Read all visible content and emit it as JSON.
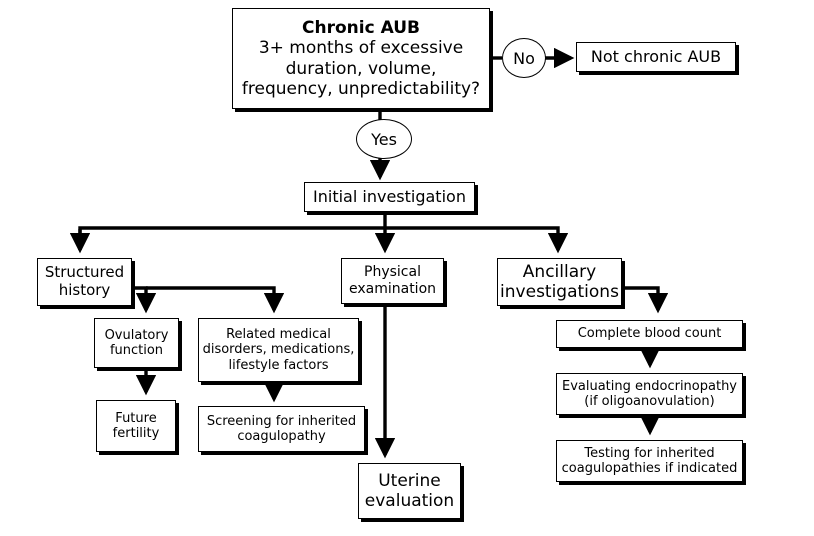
{
  "start": {
    "title": "Chronic AUB",
    "lines": [
      "3+ months of excessive",
      "duration, volume,",
      "frequency, unpredictability?"
    ]
  },
  "decision_no": "No",
  "not_chronic": "Not chronic AUB",
  "decision_yes": "Yes",
  "initial": "Initial investigation",
  "structured_history": [
    "Structured",
    "history"
  ],
  "ovulatory": [
    "Ovulatory",
    "function"
  ],
  "future_fertility": [
    "Future",
    "fertility"
  ],
  "related": [
    "Related medical",
    "disorders, medications,",
    "lifestyle factors"
  ],
  "screening": [
    "Screening for inherited",
    "coagulopathy"
  ],
  "physical": [
    "Physical",
    "examination"
  ],
  "uterine": [
    "Uterine",
    "evaluation"
  ],
  "ancillary": [
    "Ancillary",
    "investigations"
  ],
  "cbc": "Complete blood count",
  "endocrine": [
    "Evaluating endocrinopathy",
    "(if oligoanovulation)"
  ],
  "testing": [
    "Testing for inherited",
    "coagulopathies if indicated"
  ]
}
